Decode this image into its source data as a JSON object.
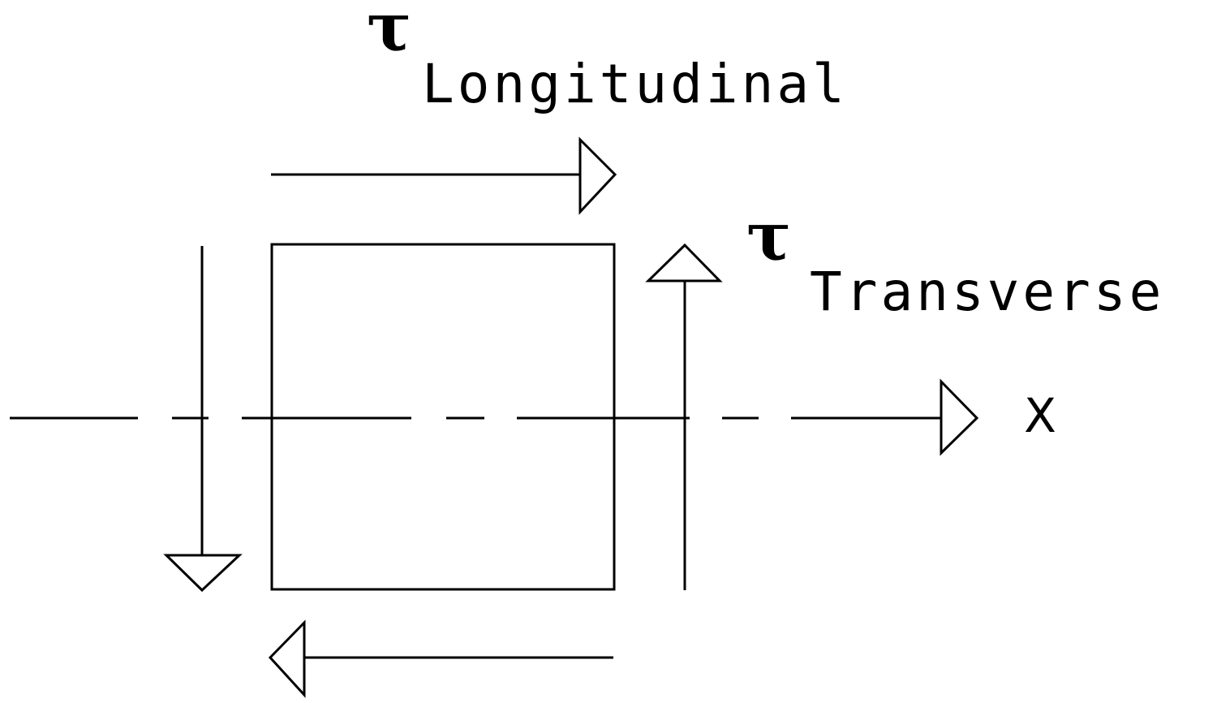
{
  "labels": {
    "tau_symbol": "τ",
    "longitudinal_subscript": "Longitudinal",
    "transverse_subscript": "Transverse",
    "x_axis": "X"
  },
  "colors": {
    "line": "#000000",
    "background": "#ffffff"
  }
}
